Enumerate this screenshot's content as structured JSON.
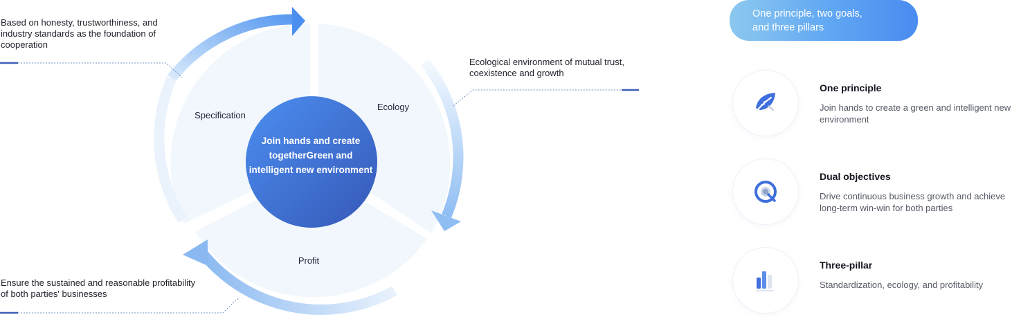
{
  "annotations": {
    "specification_note": "Based on honesty, trustworthiness, and industry standards as the foundation of cooperation",
    "ecology_note": "Ecological environment of mutual trust, coexistence and growth",
    "profit_note": "Ensure the sustained and reasonable profitability of both parties' businesses"
  },
  "cycle": {
    "segments": [
      "Specification",
      "Ecology",
      "Profit"
    ],
    "center_text": "Join hands and create togetherGreen and intelligent new environment"
  },
  "panel": {
    "heading_line1": "One principle, two goals,",
    "heading_line2": "and three pillars",
    "items": [
      {
        "title": "One principle",
        "description": "Join hands to create a green and intelligent new environment",
        "icon": "leaf-icon"
      },
      {
        "title": "Dual objectives",
        "description": "Drive continuous business growth and achieve long-term win-win for both parties",
        "icon": "target-icon"
      },
      {
        "title": "Three-pillar",
        "description": "Standardization, ecology, and profitability",
        "icon": "bar-chart-icon"
      }
    ]
  },
  "colors": {
    "accent_blue": "#4a7be0",
    "center_dark": "#3a5fc2",
    "light_segment": "#f1f7fd",
    "arrow_light": "#d6e8fb"
  }
}
